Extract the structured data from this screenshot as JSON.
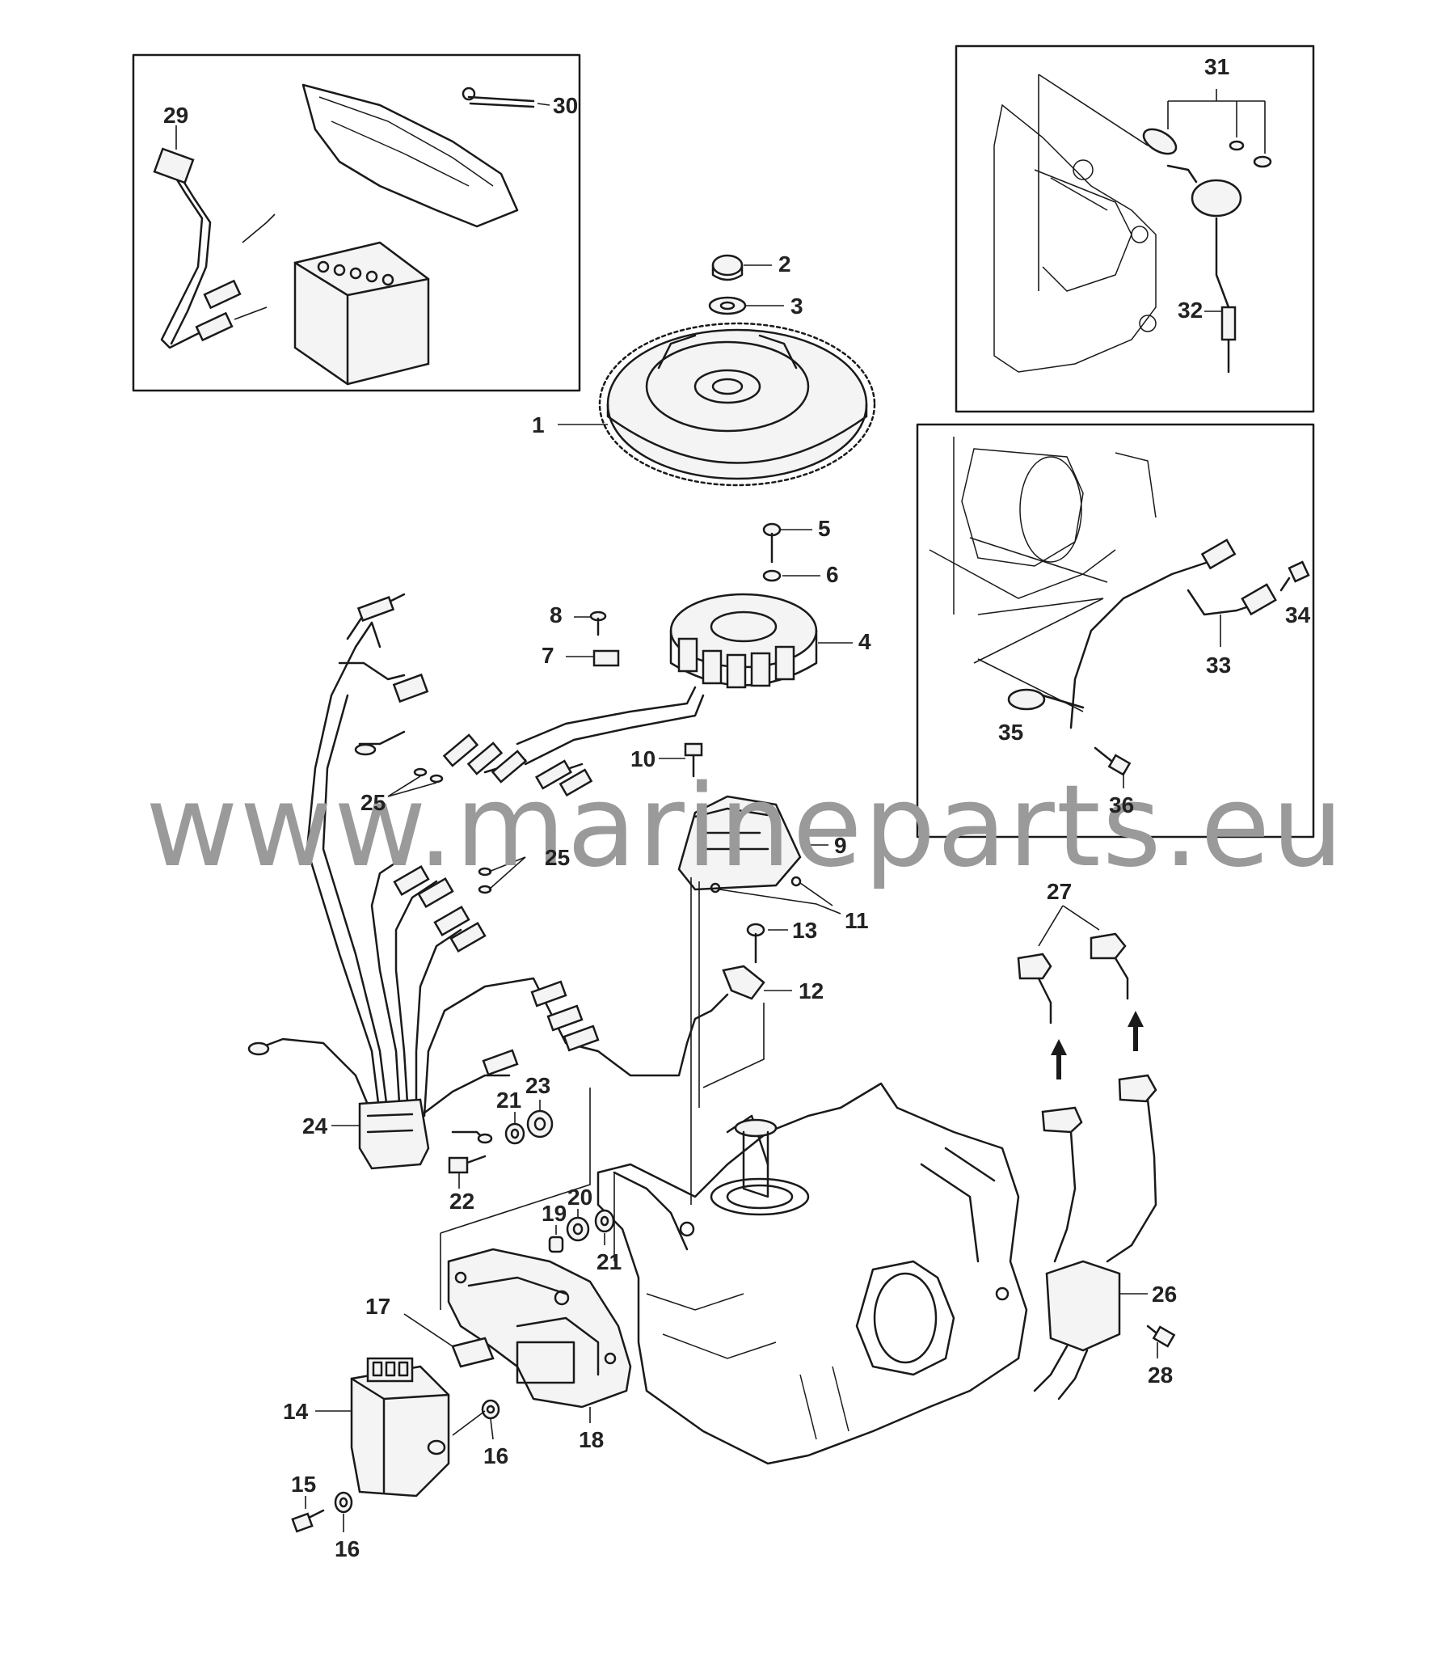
{
  "watermark": "www.marineparts.eu",
  "callouts": {
    "c1": "1",
    "c2": "2",
    "c3": "3",
    "c4": "4",
    "c5": "5",
    "c6": "6",
    "c7": "7",
    "c8": "8",
    "c9": "9",
    "c10": "10",
    "c11": "11",
    "c12": "12",
    "c13": "13",
    "c14": "14",
    "c15": "15",
    "c16a": "16",
    "c16b": "16",
    "c17": "17",
    "c18": "18",
    "c19": "19",
    "c20": "20",
    "c21a": "21",
    "c21b": "21",
    "c22": "22",
    "c23": "23",
    "c24": "24",
    "c25a": "25",
    "c25b": "25",
    "c26": "26",
    "c27": "27",
    "c28": "28",
    "c29": "29",
    "c30": "30",
    "c31": "31",
    "c32": "32",
    "c33": "33",
    "c34": "34",
    "c35": "35",
    "c36": "36"
  }
}
